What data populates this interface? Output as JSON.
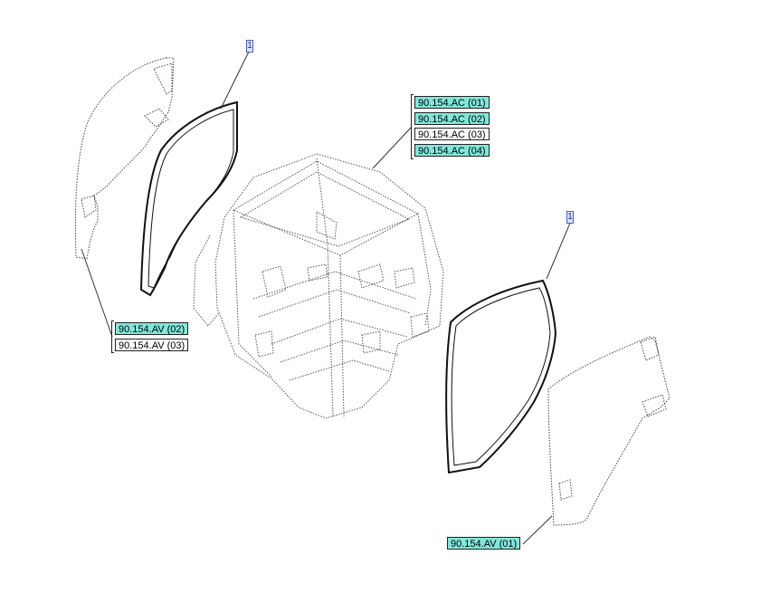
{
  "callouts": [
    {
      "id": "top",
      "label": "1"
    },
    {
      "id": "right",
      "label": "1"
    }
  ],
  "reference_groups": {
    "cab": [
      {
        "label": "90.154.AC (01)",
        "highlight": true
      },
      {
        "label": "90.154.AC (02)",
        "highlight": true
      },
      {
        "label": "90.154.AC (03)",
        "highlight": false
      },
      {
        "label": "90.154.AC (04)",
        "highlight": true
      }
    ],
    "left_door": [
      {
        "label": "90.154.AV (02)",
        "highlight": true
      },
      {
        "label": "90.154.AV (03)",
        "highlight": false
      }
    ],
    "right_door": [
      {
        "label": "90.154.AV (01)",
        "highlight": true
      }
    ]
  },
  "colors": {
    "highlight": "#7fe8dc",
    "callout_fill": "#d8e4ff",
    "callout_border": "#4a60c8",
    "line": "#222222"
  }
}
